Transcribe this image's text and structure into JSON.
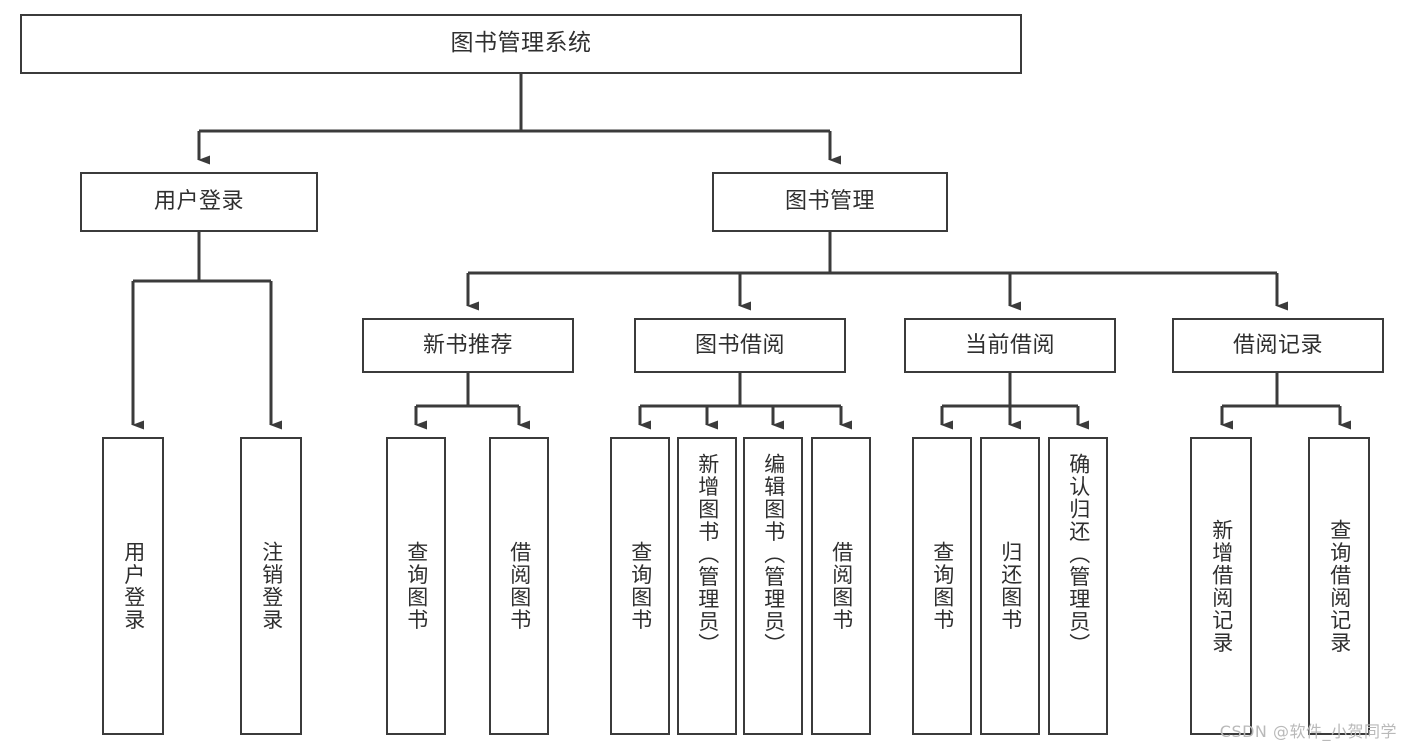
{
  "diagram": {
    "type": "hierarchy-tree",
    "title": "图书管理系统",
    "watermark": "CSDN @软件_小贺同学",
    "colors": {
      "stroke": "#3b3b3b",
      "fill": "#ffffff",
      "text": "#2f2f2f",
      "watermark": "#b9b9b9"
    },
    "nodes": {
      "root": {
        "label": "图书管理系统"
      },
      "level2": [
        {
          "id": "user-login",
          "label": "用户登录"
        },
        {
          "id": "book-manage",
          "label": "图书管理"
        }
      ],
      "level3": [
        {
          "id": "new-book-rec",
          "label": "新书推荐"
        },
        {
          "id": "book-borrow",
          "label": "图书借阅"
        },
        {
          "id": "current-borrow",
          "label": "当前借阅"
        },
        {
          "id": "borrow-record",
          "label": "借阅记录"
        }
      ],
      "leaves": {
        "user-login": [
          {
            "id": "leaf-user-login",
            "label": "用户登录"
          },
          {
            "id": "leaf-logout",
            "label": "注销登录"
          }
        ],
        "new-book-rec": [
          {
            "id": "leaf-query-book-1",
            "label": "查询图书"
          },
          {
            "id": "leaf-borrow-book-1",
            "label": "借阅图书"
          }
        ],
        "book-borrow": [
          {
            "id": "leaf-query-book-2",
            "label": "查询图书"
          },
          {
            "id": "leaf-add-book",
            "label": "新增图书（管理员）"
          },
          {
            "id": "leaf-edit-book",
            "label": "编辑图书（管理员）"
          },
          {
            "id": "leaf-borrow-book-2",
            "label": "借阅图书"
          }
        ],
        "current-borrow": [
          {
            "id": "leaf-query-book-3",
            "label": "查询图书"
          },
          {
            "id": "leaf-return-book",
            "label": "归还图书"
          },
          {
            "id": "leaf-confirm-return",
            "label": "确认归还（管理员）"
          }
        ],
        "borrow-record": [
          {
            "id": "leaf-add-record",
            "label": "新增借阅记录"
          },
          {
            "id": "leaf-query-record",
            "label": "查询借阅记录"
          }
        ]
      }
    }
  }
}
